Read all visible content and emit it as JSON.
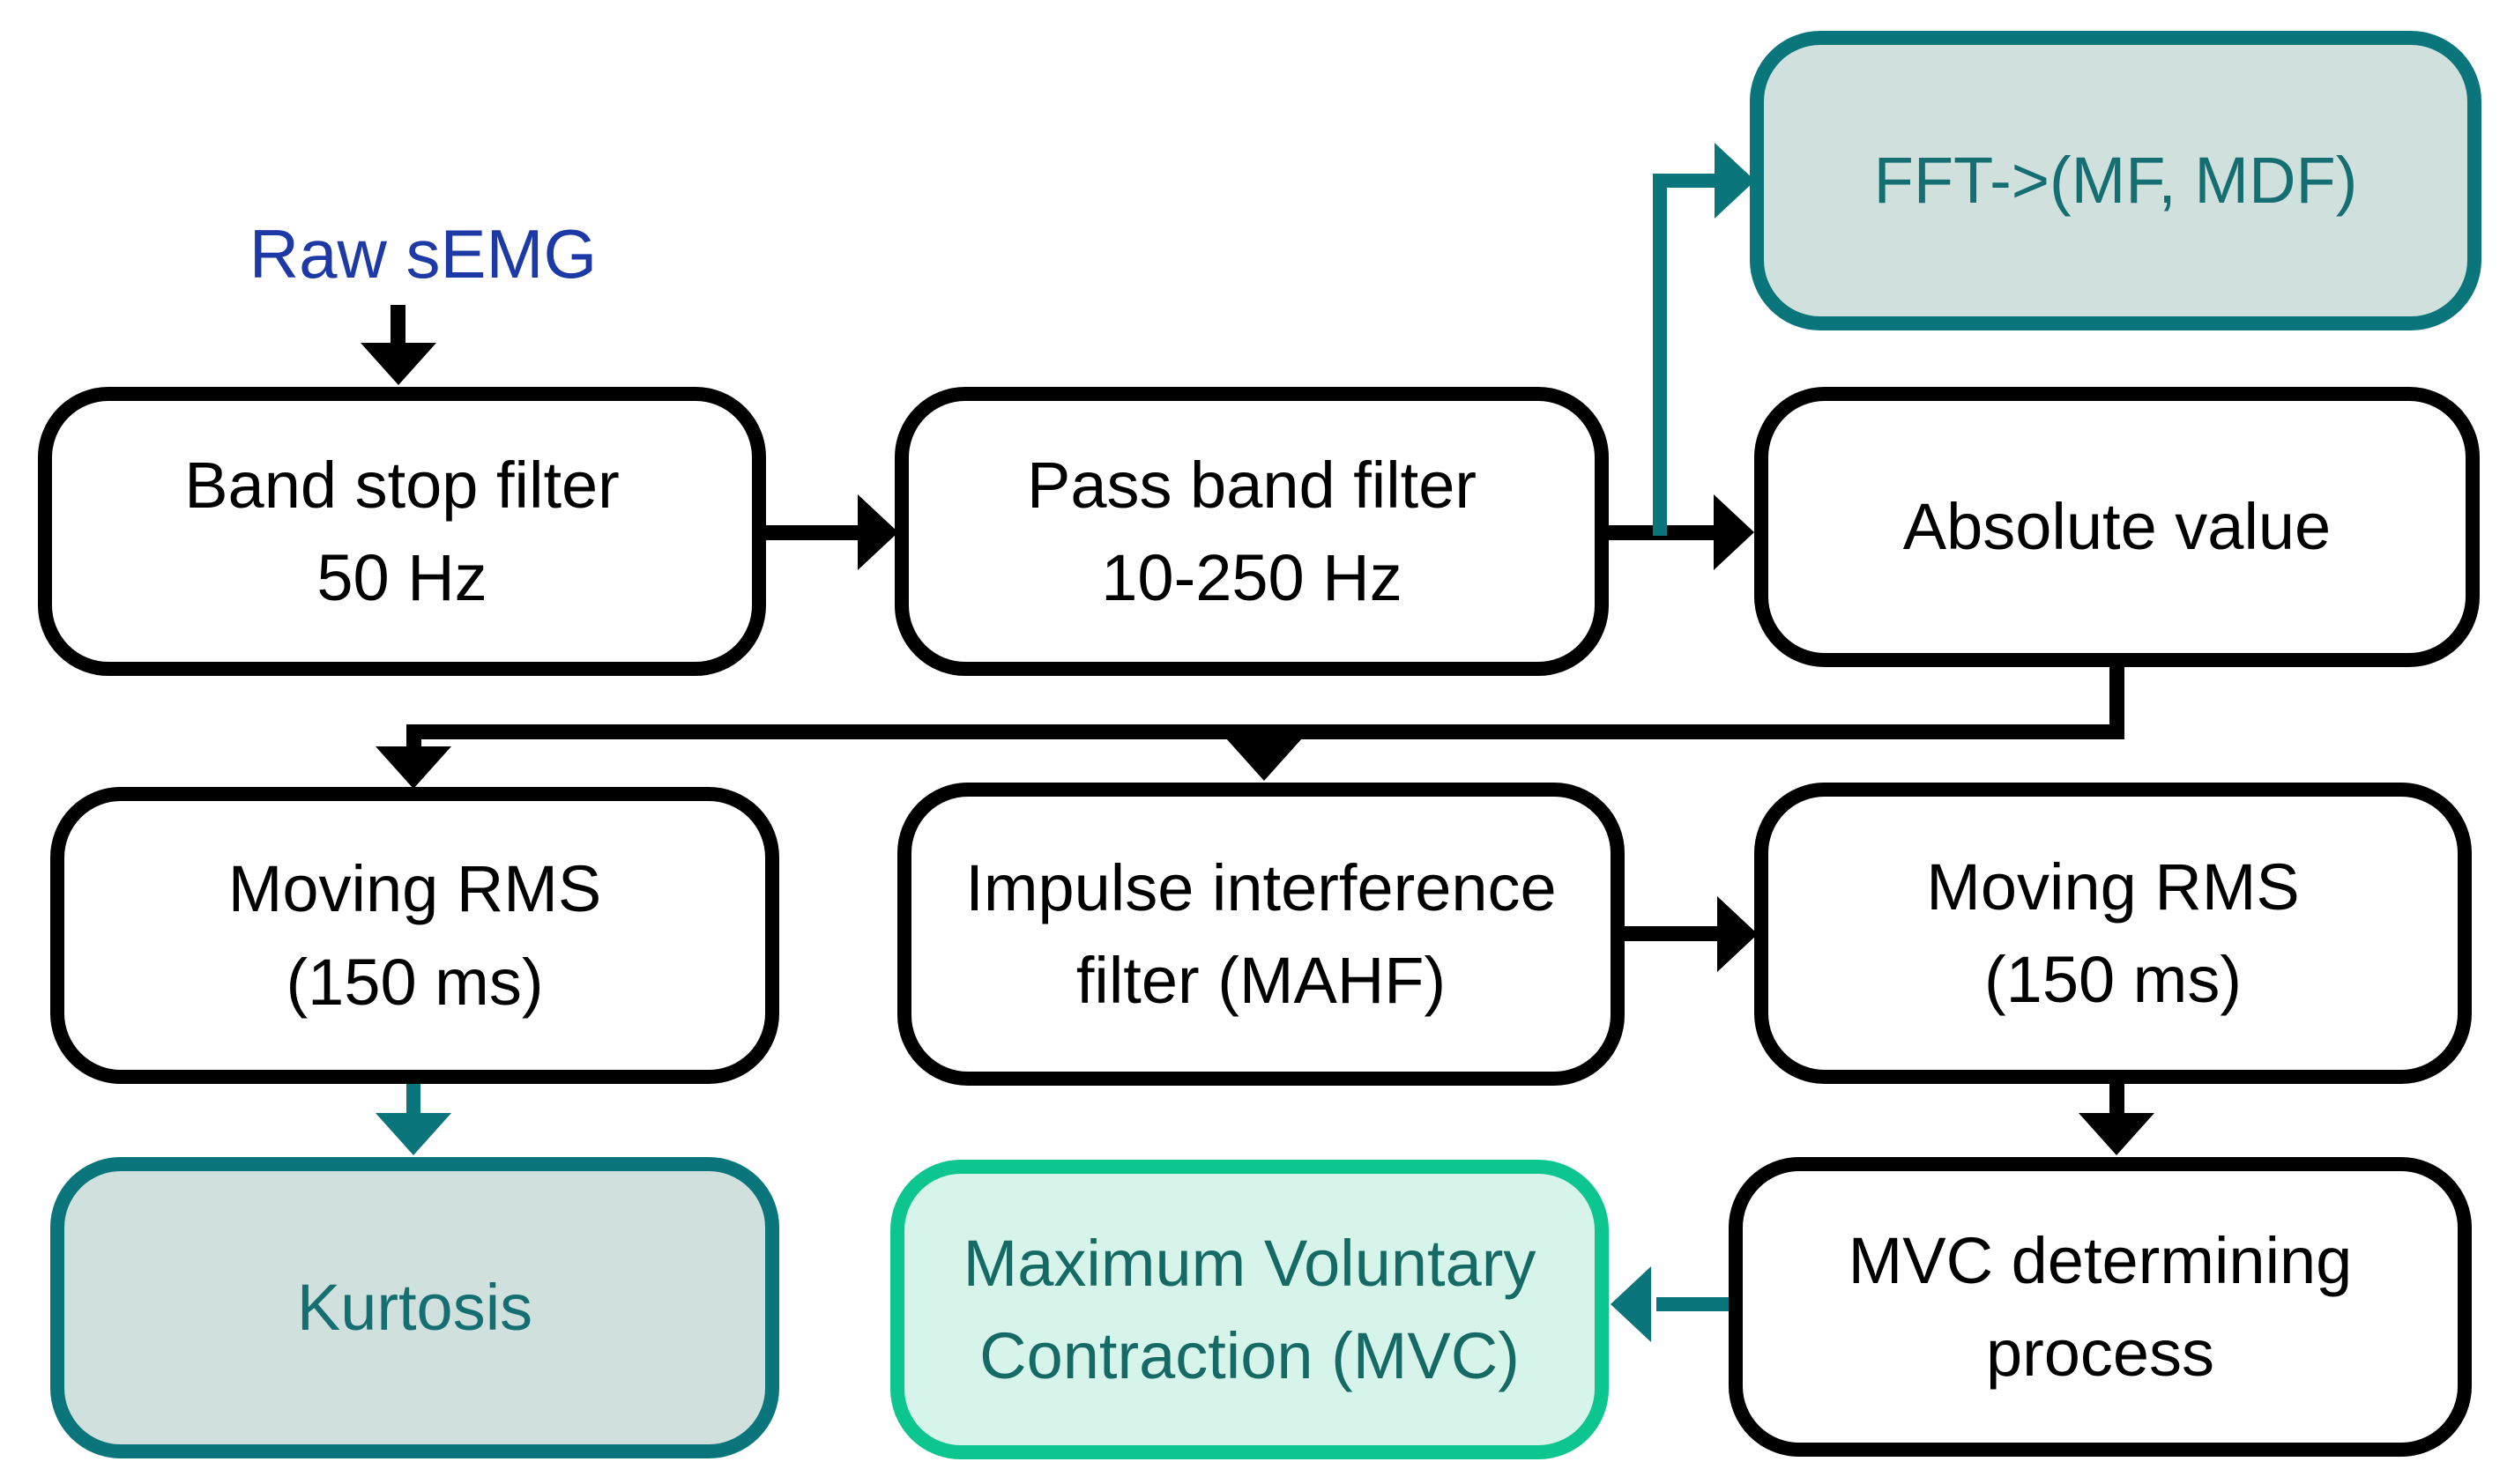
{
  "diagram": {
    "type": "flowchart",
    "source_label": "Raw sEMG",
    "nodes": {
      "band_stop": {
        "label": "Band stop filter\n50 Hz",
        "variant": "plain"
      },
      "pass_band": {
        "label": "Pass band filter\n10-250 Hz",
        "variant": "plain"
      },
      "fft": {
        "label": "FFT->(MF, MDF)",
        "variant": "teal"
      },
      "absolute_value": {
        "label": "Absolute value",
        "variant": "plain"
      },
      "moving_rms_left": {
        "label": "Moving RMS\n(150 ms)",
        "variant": "plain"
      },
      "impulse_filter": {
        "label": "Impulse interference\nfilter (MAHF)",
        "variant": "plain"
      },
      "moving_rms_right": {
        "label": "Moving RMS\n(150 ms)",
        "variant": "plain"
      },
      "kurtosis": {
        "label": "Kurtosis",
        "variant": "teal"
      },
      "mvc": {
        "label": "Maximum Voluntary\nContraction (MVC)",
        "variant": "green"
      },
      "mvc_process": {
        "label": "MVC determining\nprocess",
        "variant": "plain"
      }
    },
    "edges": [
      {
        "from": "raw_semg_label",
        "to": "band_stop",
        "color": "black"
      },
      {
        "from": "band_stop",
        "to": "pass_band",
        "color": "black"
      },
      {
        "from": "pass_band",
        "to": "absolute_value",
        "color": "black"
      },
      {
        "from": "pass_band_output",
        "to": "fft",
        "color": "teal"
      },
      {
        "from": "absolute_value",
        "to": "moving_rms_left",
        "color": "black"
      },
      {
        "from": "absolute_value",
        "to": "impulse_filter",
        "color": "black"
      },
      {
        "from": "impulse_filter",
        "to": "moving_rms_right",
        "color": "black"
      },
      {
        "from": "moving_rms_left",
        "to": "kurtosis",
        "color": "teal"
      },
      {
        "from": "moving_rms_right",
        "to": "mvc_process",
        "color": "black"
      },
      {
        "from": "mvc_process",
        "to": "mvc",
        "color": "teal"
      }
    ],
    "colors": {
      "line_black": "#000000",
      "accent_teal": "#0a767b",
      "teal_node_fill": "#cfe0dd",
      "teal_node_text": "#146e72",
      "green_node_border": "#0cc58f",
      "green_node_fill": "#d6f4ea",
      "green_node_text": "#156a66",
      "source_label_blue": "#1c39a5",
      "background": "#ffffff"
    }
  }
}
